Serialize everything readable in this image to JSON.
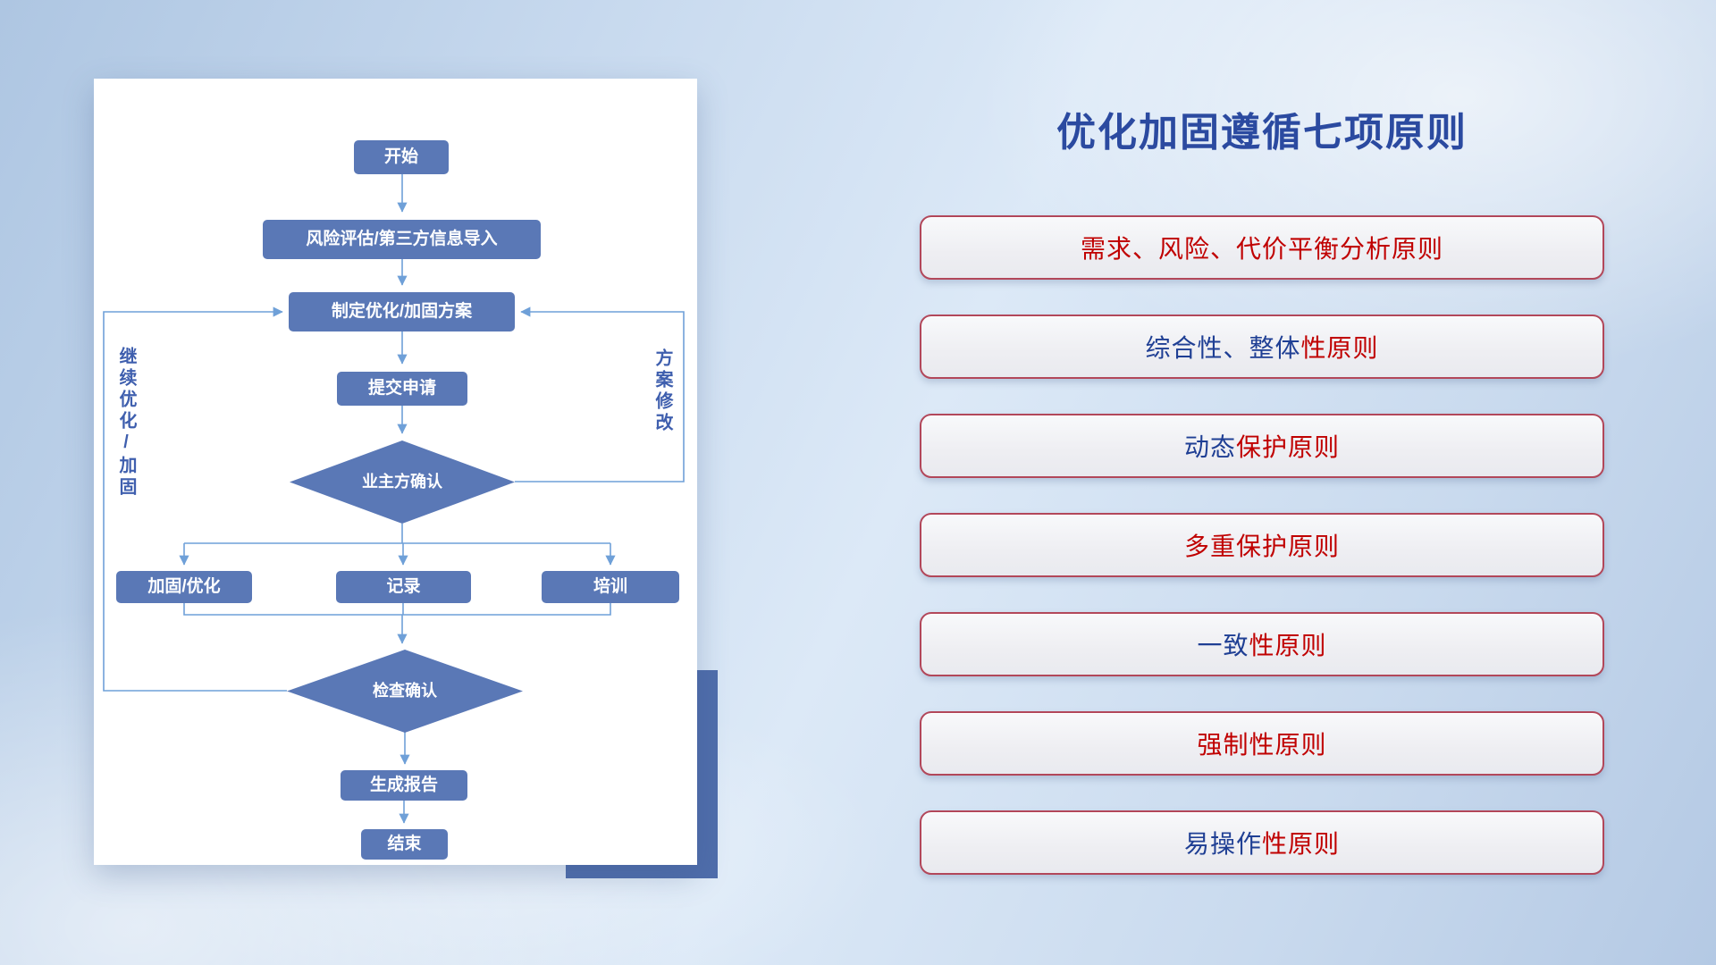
{
  "title": {
    "text": "优化加固遵循七项原则"
  },
  "colors": {
    "title_blue": "#2b4aa0",
    "principle_red": "#c00000",
    "principle_blue": "#1f3f94",
    "principle_border_red": "#b2475a",
    "node_fill": "#5a78b6",
    "connector_blue": "#6fa0d8",
    "shadow_rect_blue": "#4f6dab",
    "side_label_blue": "#3f5fae"
  },
  "flowchart": {
    "nodes": [
      {
        "id": "start",
        "label": "开始"
      },
      {
        "id": "risk-import",
        "label": "风险评估/第三方信息导入"
      },
      {
        "id": "make-plan",
        "label": "制定优化/加固方案"
      },
      {
        "id": "submit-apply",
        "label": "提交申请"
      },
      {
        "id": "owner-confirm",
        "label": "业主方确认"
      },
      {
        "id": "harden-optimize",
        "label": "加固/优化"
      },
      {
        "id": "record",
        "label": "记录"
      },
      {
        "id": "training",
        "label": "培训"
      },
      {
        "id": "check-confirm",
        "label": "检查确认"
      },
      {
        "id": "generate-report",
        "label": "生成报告"
      },
      {
        "id": "end",
        "label": "结束"
      }
    ],
    "side_labels": {
      "left": "继续优化/加固",
      "right": "方案修改"
    }
  },
  "principles": {
    "items": [
      {
        "segments": [
          {
            "text": "需求、风险、代价平衡分析原则",
            "color": "#c00000"
          }
        ]
      },
      {
        "segments": [
          {
            "text": "综合性、整体",
            "color": "#1f3f94"
          },
          {
            "text": "性原则",
            "color": "#c00000"
          }
        ]
      },
      {
        "segments": [
          {
            "text": "动态",
            "color": "#1f3f94"
          },
          {
            "text": "保护原则",
            "color": "#c00000"
          }
        ]
      },
      {
        "segments": [
          {
            "text": "多重保护原则",
            "color": "#c00000"
          }
        ]
      },
      {
        "segments": [
          {
            "text": "一致",
            "color": "#1f3f94"
          },
          {
            "text": "性原则",
            "color": "#c00000"
          }
        ]
      },
      {
        "segments": [
          {
            "text": "强制性原则",
            "color": "#c00000"
          }
        ]
      },
      {
        "segments": [
          {
            "text": "易操作",
            "color": "#1f3f94"
          },
          {
            "text": "性原则",
            "color": "#c00000"
          }
        ]
      }
    ]
  }
}
